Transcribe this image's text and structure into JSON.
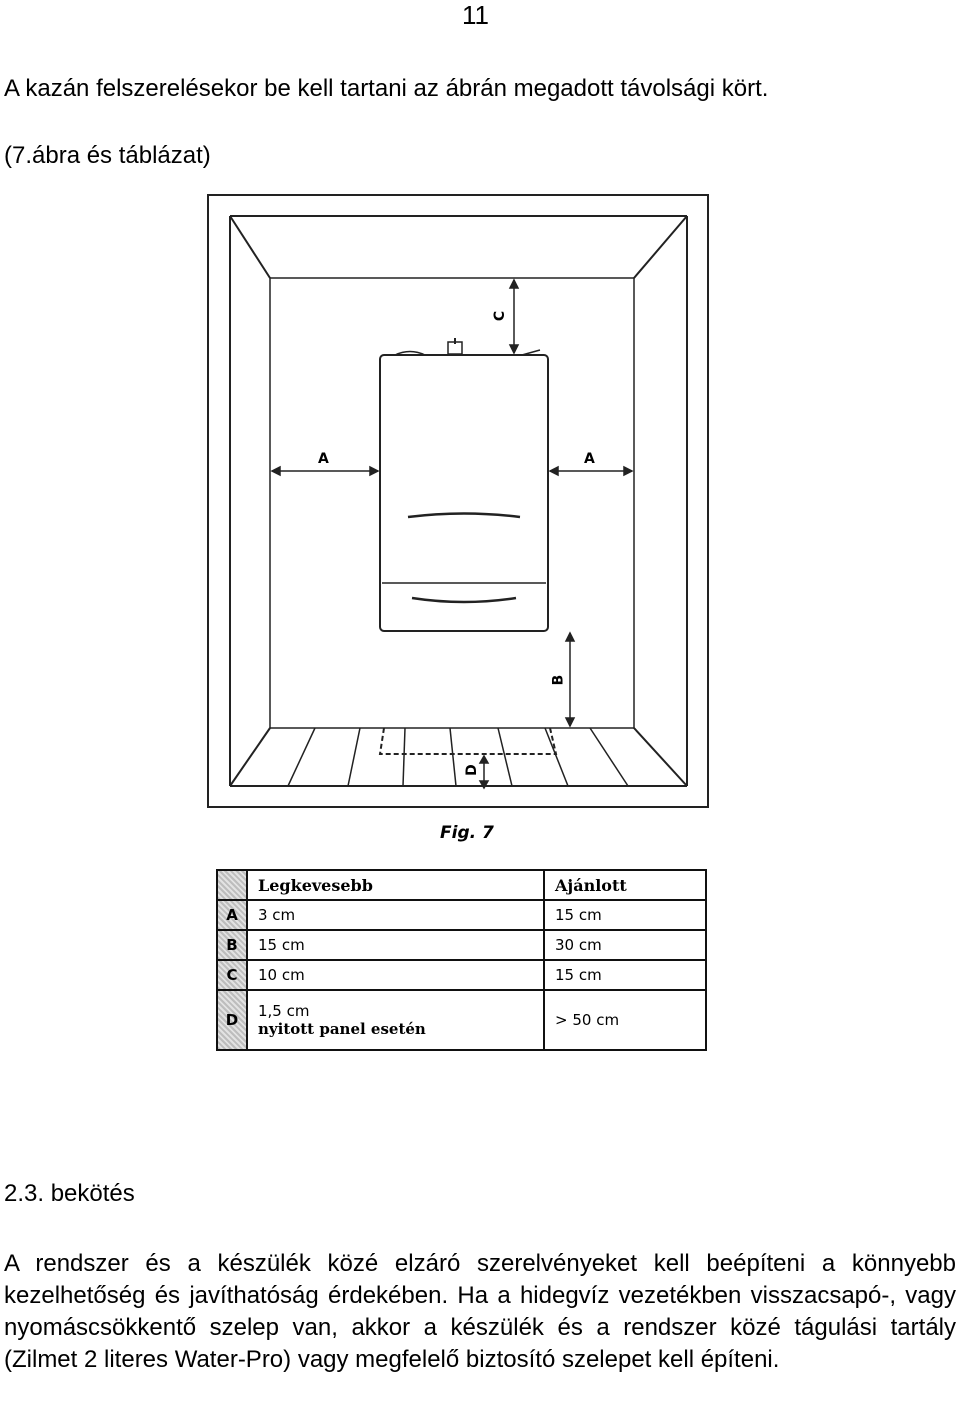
{
  "page_number": "11",
  "intro_line1": "A kazán felszerelésekor be kell tartani az ábrán megadott távolsági kört.",
  "intro_line2": "(7.ábra és táblázat)",
  "figure": {
    "caption": "Fig. 7",
    "dimension_labels": {
      "a_left": "A",
      "a_right": "A",
      "b": "B",
      "c": "C",
      "d": "D"
    }
  },
  "table": {
    "headers": {
      "min": "Legkevesebb",
      "rec": "Ajánlott"
    },
    "rows": [
      {
        "key": "A",
        "min": "3 cm",
        "rec": "15 cm"
      },
      {
        "key": "B",
        "min": "15 cm",
        "rec": "30 cm"
      },
      {
        "key": "C",
        "min": "10 cm",
        "rec": "15 cm"
      },
      {
        "key": "D",
        "min": "1,5 cm",
        "min_note": "nyitott panel esetén",
        "rec": "> 50 cm"
      }
    ]
  },
  "section_title": "2.3. bekötés",
  "body_paragraph": "A rendszer és a készülék közé elzáró szerelvényeket kell beépíteni a könnyebb kezelhetőség és javíthatóság érdekében. Ha a hidegvíz vezetékben visszacsapó-, vagy nyomáscsökkentő szelep van, akkor a készülék és a rendszer közé tágulási tartály (Zilmet 2 literes Water-Pro) vagy megfelelő biztosító szelepet kell építeni."
}
